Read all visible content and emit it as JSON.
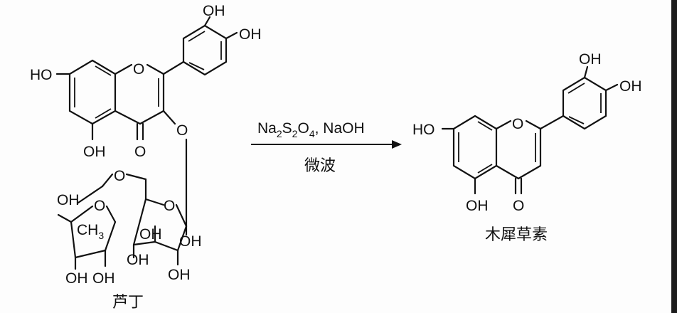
{
  "reactant": {
    "name": "芦丁",
    "labels": {
      "oh_top": "OH",
      "oh_right": "OH",
      "ho_left": "HO",
      "ring_o": "O",
      "ether_o": "O",
      "oh_bottom": "OH",
      "carbonyl_o": "O",
      "glyco_o": "O",
      "rham_oh": "OH",
      "rham_o": "O",
      "ch3": "CH",
      "ch3_sub": "3",
      "rham_oh_a": "OH",
      "rham_oh_b": "OH",
      "glc_o": "O",
      "glc_oh_a": "OH",
      "glc_oh_b": "OH",
      "glc_oh_c": "OH",
      "glc_oh_d": "OH"
    }
  },
  "arrow": {
    "reagent": {
      "na": "Na",
      "na_sub": "2",
      "s": "S",
      "s_sub": "2",
      "o": "O",
      "o_sub": "4",
      "rest": ", NaOH"
    },
    "condition": "微波"
  },
  "product": {
    "name": "木犀草素",
    "labels": {
      "oh_top": "OH",
      "oh_right": "OH",
      "ho_left": "HO",
      "ring_o": "O",
      "oh_bottom": "OH",
      "carbonyl_o": "O"
    }
  }
}
